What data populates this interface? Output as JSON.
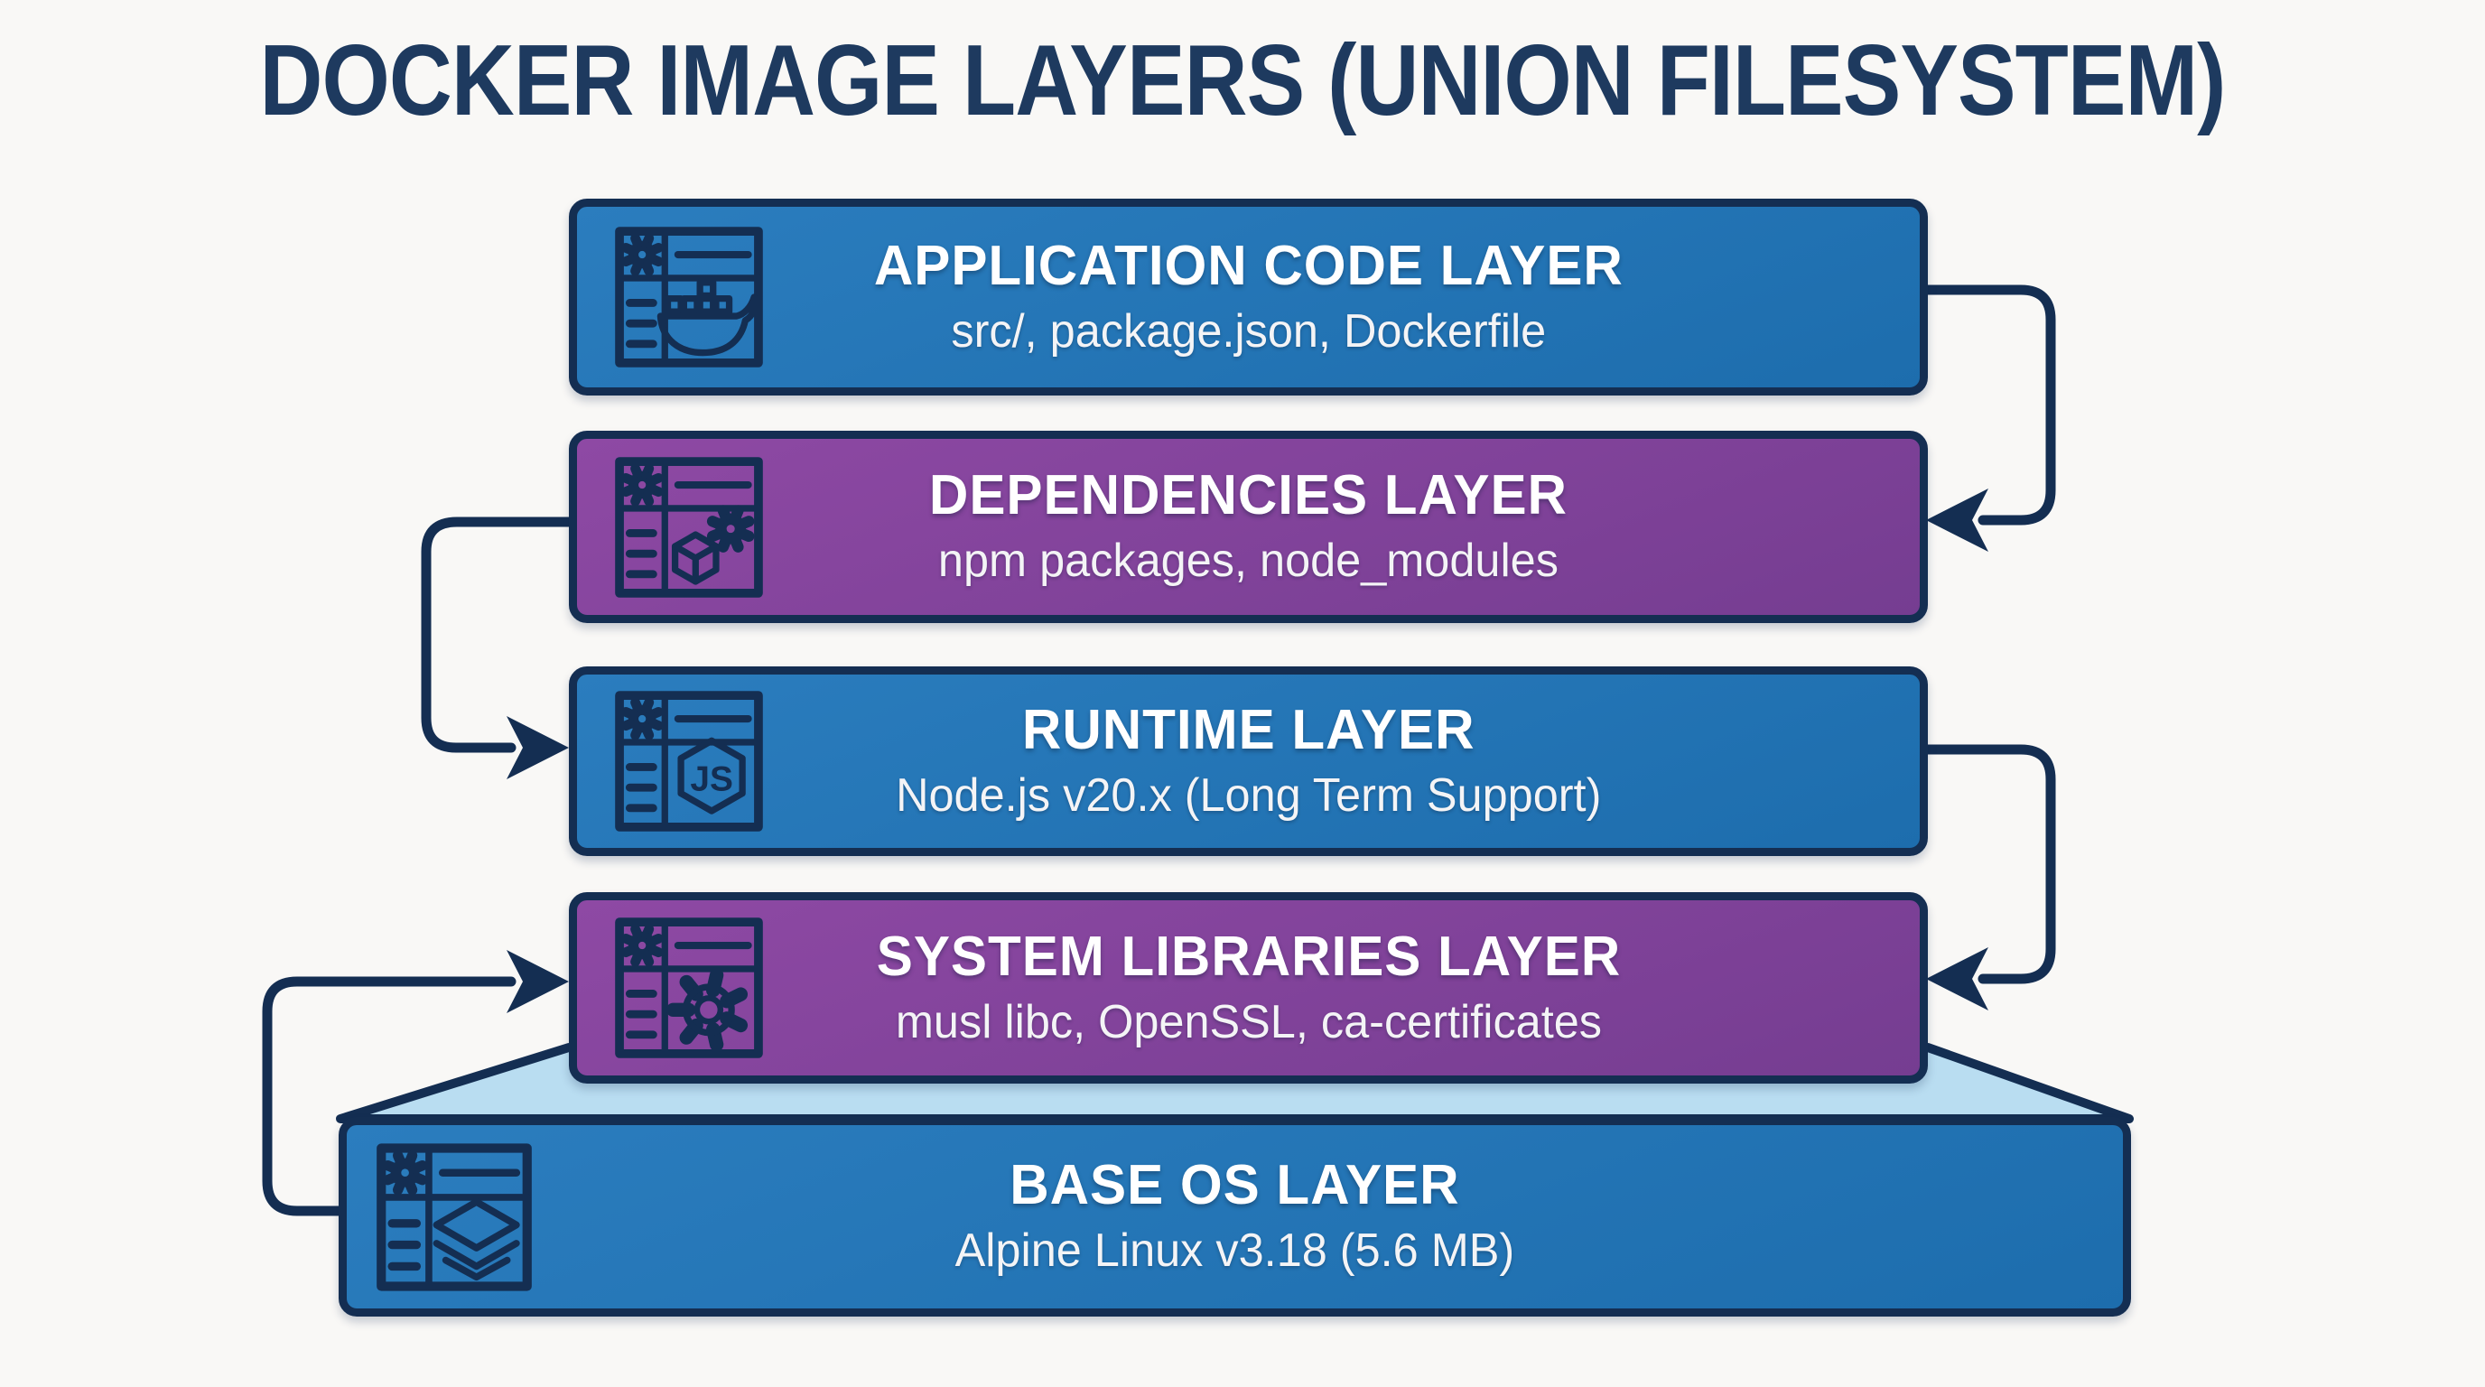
{
  "title": "DOCKER IMAGE LAYERS (UNION FILESYSTEM)",
  "colors": {
    "navy": "#142e52",
    "title_text": "#1e3a5f",
    "background": "#f9f8f6",
    "light_blue": "#b9ddf1",
    "text_white": "#ffffff",
    "blue": [
      "#2b7dbe",
      "#1d6dad"
    ],
    "purple": [
      "#8e49a4",
      "#753d91"
    ]
  },
  "layers": [
    {
      "title": "APPLICATION CODE LAYER",
      "subtitle": "src/, package.json, Dockerfile",
      "color": "blue",
      "icon": "docker-whale-icon"
    },
    {
      "title": "DEPENDENCIES LAYER",
      "subtitle": "npm packages, node_modules",
      "color": "purple",
      "icon": "package-gear-icon"
    },
    {
      "title": "RUNTIME LAYER",
      "subtitle": "Node.js v20.x (Long Term Support)",
      "color": "blue",
      "icon": "nodejs-hexagon-icon"
    },
    {
      "title": "SYSTEM LIBRARIES LAYER",
      "subtitle": "musl libc, OpenSSL, ca-certificates",
      "color": "purple",
      "icon": "gear-icon"
    },
    {
      "title": "BASE OS LAYER",
      "subtitle": "Alpine Linux v3.18 (5.6 MB)",
      "color": "blue",
      "icon": "layers-icon"
    }
  ],
  "connections": [
    {
      "from": "APPLICATION CODE LAYER",
      "to": "DEPENDENCIES LAYER",
      "side": "right"
    },
    {
      "from": "DEPENDENCIES LAYER",
      "to": "RUNTIME LAYER",
      "side": "left"
    },
    {
      "from": "RUNTIME LAYER",
      "to": "SYSTEM LIBRARIES LAYER",
      "side": "right"
    },
    {
      "from": "BASE OS LAYER",
      "to": "SYSTEM LIBRARIES LAYER",
      "side": "left"
    }
  ]
}
